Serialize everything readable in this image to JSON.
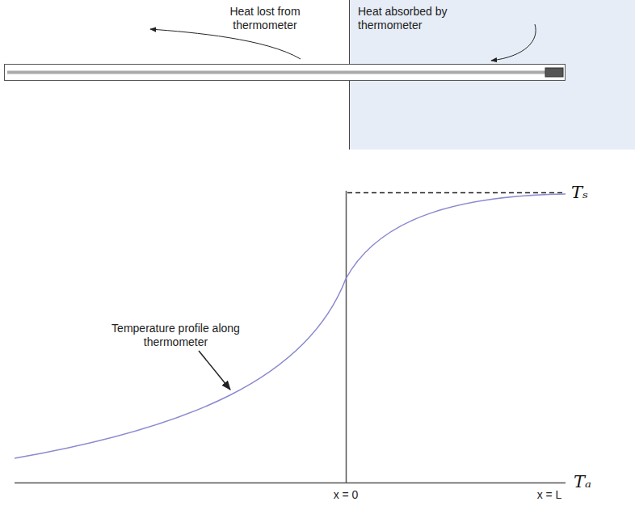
{
  "diagram": {
    "labels": [
      "Heat lost from thermometer",
      "Heat absorbed by thermometer",
      "Temperature profile along thermometer",
      "Tₛ",
      "x = 0",
      "x = L",
      "Tₐ"
    ]
  }
}
